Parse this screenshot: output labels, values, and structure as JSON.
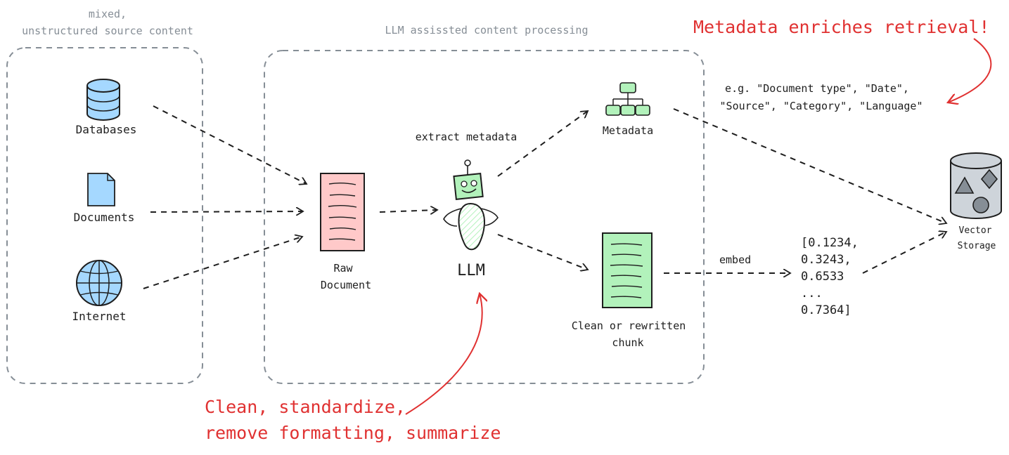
{
  "groups": {
    "source": {
      "title_line1": "mixed,",
      "title_line2": "unstructured source content"
    },
    "processing": {
      "title": "LLM assissted content processing"
    }
  },
  "sources": {
    "databases": "Databases",
    "documents": "Documents",
    "internet": "Internet"
  },
  "raw_document": {
    "line1": "Raw",
    "line2": "Document"
  },
  "llm": {
    "label": "LLM",
    "extract_label": "extract metadata"
  },
  "metadata": {
    "label": "Metadata",
    "example_line1": "e.g. \"Document type\", \"Date\",",
    "example_line2": "\"Source\", \"Category\", \"Language\""
  },
  "chunk": {
    "line1": "Clean or rewritten",
    "line2": "chunk"
  },
  "embedding": {
    "edge_label": "embed",
    "values": [
      "[0.1234,",
      "0.3243,",
      "0.6533",
      "...",
      "0.7364]"
    ]
  },
  "vector_storage": {
    "line1": "Vector",
    "line2": "Storage"
  },
  "annotations": {
    "metadata_note": "Metadata enriches retrieval!",
    "llm_note_line1": "Clean, standardize,",
    "llm_note_line2": "remove formatting, summarize"
  },
  "colors": {
    "accent_red": "#e03131",
    "db_blue": "#a5d8ff",
    "doc_red": "#ffc9c9",
    "chunk_green": "#b2f2bb",
    "group_border": "#868e96"
  }
}
